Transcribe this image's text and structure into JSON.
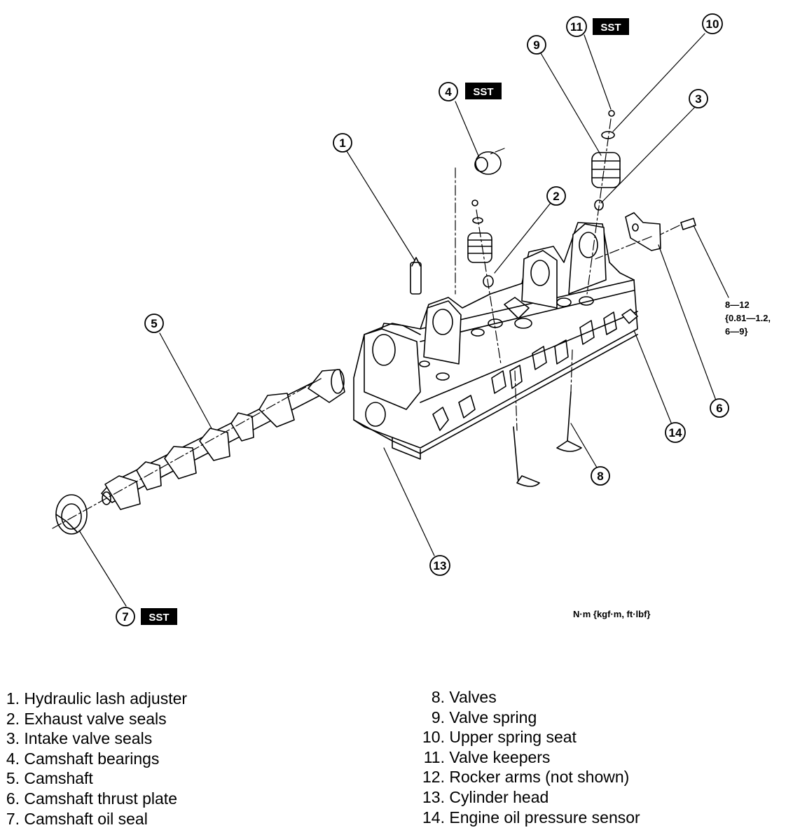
{
  "callouts": {
    "c1": "1",
    "c2": "2",
    "c3": "3",
    "c4": "4",
    "c5": "5",
    "c6": "6",
    "c7": "7",
    "c8": "8",
    "c9": "9",
    "c10": "10",
    "c11": "11",
    "c13": "13",
    "c14": "14"
  },
  "sst_label": "SST",
  "torque": {
    "line1": "8—12",
    "line2": "{0.81—1.2,",
    "line3": "6—9}"
  },
  "units": "N·m {kgf·m, ft·lbf}",
  "legend_left": [
    {
      "num": "1.",
      "text": "Hydraulic lash adjuster"
    },
    {
      "num": "2.",
      "text": "Exhaust valve seals"
    },
    {
      "num": "3.",
      "text": "Intake valve seals"
    },
    {
      "num": "4.",
      "text": "Camshaft bearings"
    },
    {
      "num": "5.",
      "text": "Camshaft"
    },
    {
      "num": "6.",
      "text": "Camshaft thrust plate"
    },
    {
      "num": "7.",
      "text": "Camshaft oil seal"
    }
  ],
  "legend_right": [
    {
      "num": "8.",
      "text": "Valves"
    },
    {
      "num": "9.",
      "text": "Valve spring"
    },
    {
      "num": "10.",
      "text": "Upper spring seat"
    },
    {
      "num": "11.",
      "text": "Valve keepers"
    },
    {
      "num": "12.",
      "text": "Rocker arms (not shown)"
    },
    {
      "num": "13.",
      "text": "Cylinder head"
    },
    {
      "num": "14.",
      "text": "Engine oil pressure sensor"
    }
  ]
}
